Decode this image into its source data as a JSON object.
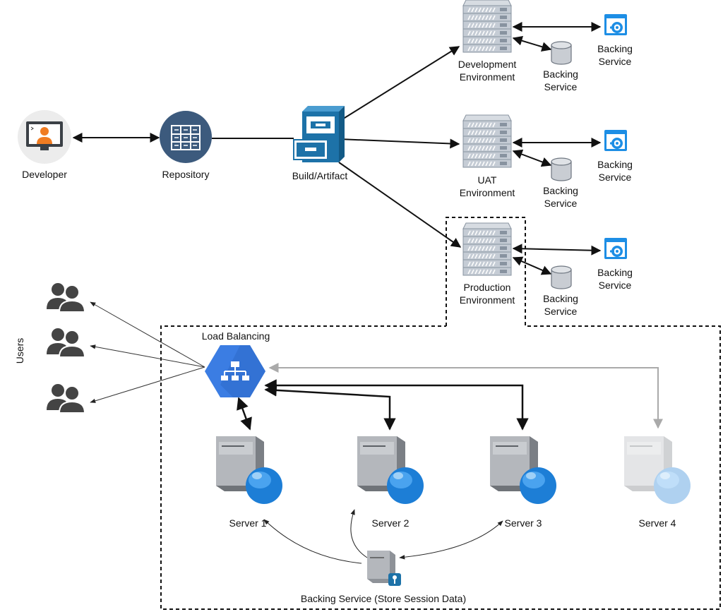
{
  "nodes": {
    "developer": "Developer",
    "repository": "Repository",
    "build": "Build/Artifact",
    "dev_env": [
      "Development",
      "Environment"
    ],
    "uat_env": [
      "UAT",
      "Environment"
    ],
    "prod_env": [
      "Production",
      "Environment"
    ],
    "load_balancing": "Load Balancing",
    "users": "Users",
    "servers": [
      "Server 1",
      "Server 2",
      "Server 3",
      "Server 4"
    ],
    "session_store": "Backing Service (Store Session Data)"
  },
  "backing_service": [
    "Backing",
    "Service"
  ],
  "colors": {
    "developer_bg": "#ececec",
    "developer_person": "#f07c22",
    "repository": "#3c5a7d",
    "build": "#1d72a8",
    "rack": "#c5ccd5",
    "rack_dark": "#8893a0",
    "azure_blue": "#1d8ee5",
    "load_balancer": "#3b7de3",
    "users": "#444444",
    "server_body": "#a8acb2",
    "globe": "#1d7ed6",
    "inactive": "#aaaaaa"
  },
  "icons": {
    "developer": "developer-icon",
    "repository": "repository-icon",
    "build": "file-cabinet-icon",
    "environment": "server-rack-icon",
    "backing_service_db": "database-icon",
    "backing_service_app": "app-service-icon",
    "load_balancer": "load-balancer-icon",
    "users": "users-icon",
    "server": "web-server-icon",
    "session_store": "key-server-icon"
  },
  "server4_inactive": true
}
